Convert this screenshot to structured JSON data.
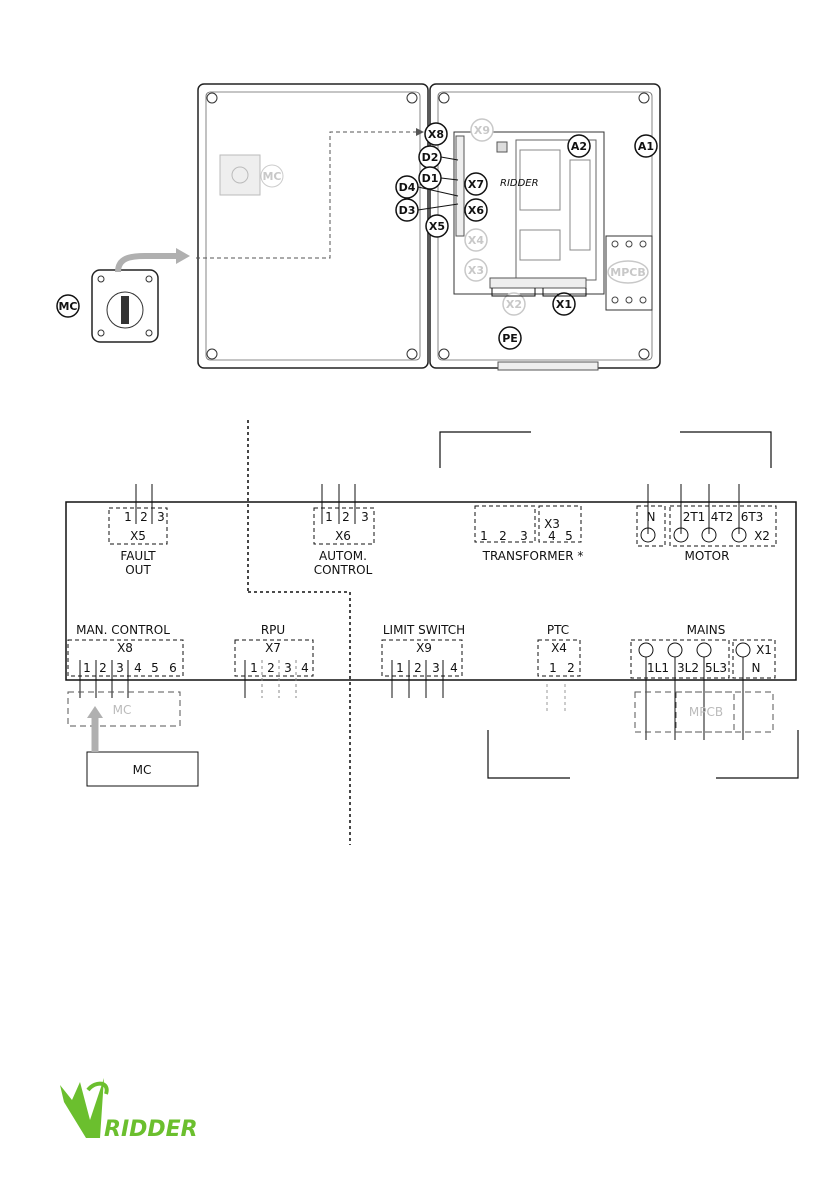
{
  "photo": {
    "callouts": {
      "mc_left": "MC",
      "mc_lid": "MC",
      "x8": "X8",
      "x9": "X9",
      "a2": "A2",
      "a1": "A1",
      "d2": "D2",
      "d1": "D1",
      "x7": "X7",
      "d4": "D4",
      "d3": "D3",
      "x6": "X6",
      "x5": "X5",
      "x4": "X4",
      "x3": "X3",
      "mpcb": "MPCB",
      "x2": "X2",
      "x1": "X1",
      "pe": "PE"
    },
    "board_brand": "RIDDER"
  },
  "schematic": {
    "x5": {
      "id": "X5",
      "pins": [
        "1",
        "2",
        "3"
      ],
      "label_1": "FAULT",
      "label_2": "OUT"
    },
    "x6": {
      "id": "X6",
      "pins": [
        "1",
        "2",
        "3"
      ],
      "label_1": "AUTOM.",
      "label_2": "CONTROL"
    },
    "x3": {
      "id": "X3",
      "pins": [
        "1",
        "2",
        "3",
        "4",
        "5"
      ],
      "label": "TRANSFORMER *"
    },
    "x2": {
      "id": "X2",
      "pins": [
        "N",
        "2T1",
        "4T2",
        "6T3"
      ],
      "label": "MOTOR"
    },
    "x8": {
      "id": "X8",
      "label": "MAN. CONTROL",
      "pins": [
        "1",
        "2",
        "3",
        "4",
        "5",
        "6"
      ]
    },
    "x7": {
      "id": "X7",
      "label": "RPU",
      "pins": [
        "1",
        "2",
        "3",
        "4"
      ]
    },
    "x9": {
      "id": "X9",
      "label": "LIMIT SWITCH",
      "pins": [
        "1",
        "2",
        "3",
        "4"
      ]
    },
    "x4": {
      "id": "X4",
      "label": "PTC",
      "pins": [
        "1",
        "2"
      ]
    },
    "x1": {
      "id": "X1",
      "label": "MAINS",
      "pins": [
        "1L1",
        "3L2",
        "5L3",
        "N"
      ]
    },
    "mc_dashed": "MC",
    "mc_solid": "MC",
    "mpcb": "MPCB"
  },
  "logo": {
    "text": "RIDDER"
  }
}
